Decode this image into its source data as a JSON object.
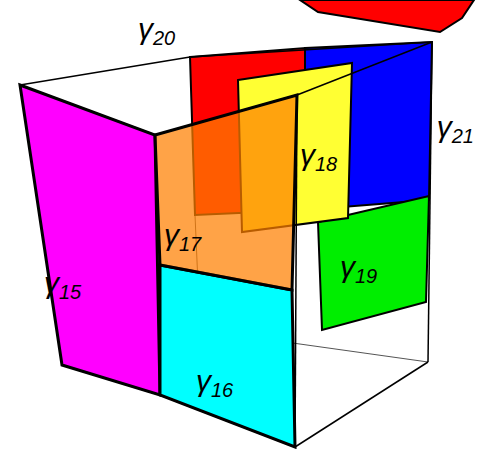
{
  "diagram": {
    "labels": [
      "γ20",
      "γ21",
      "γ18",
      "γ17",
      "γ15",
      "γ19",
      "γ16"
    ]
  }
}
